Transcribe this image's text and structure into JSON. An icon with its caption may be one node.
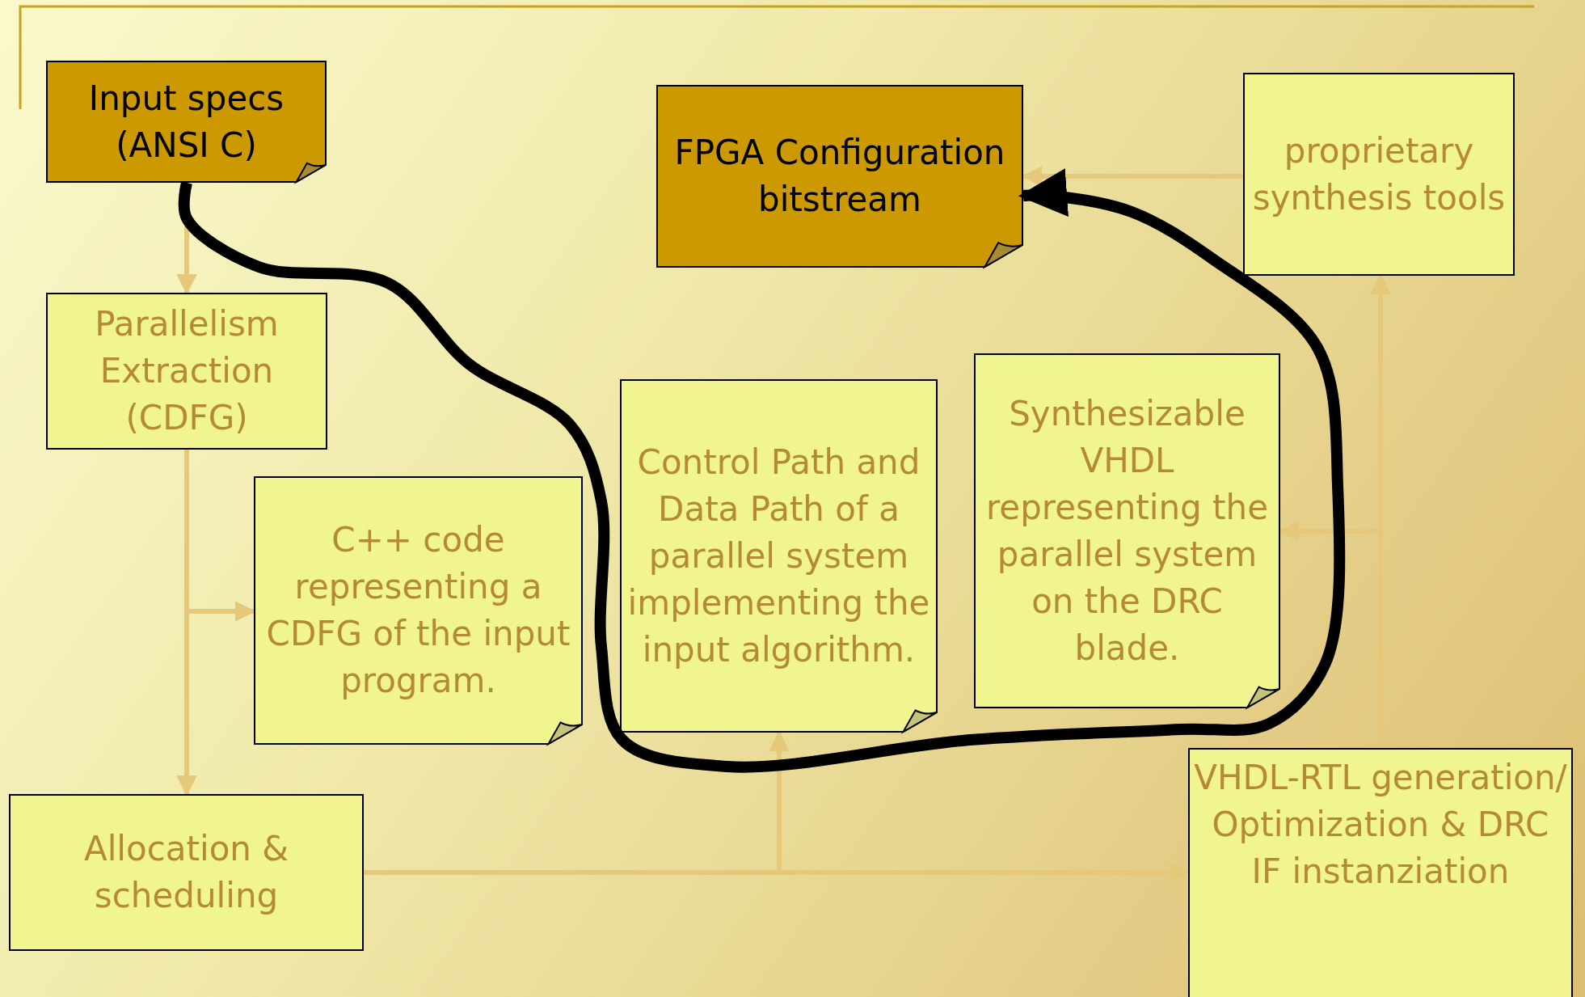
{
  "diagram": {
    "nodes": [
      {
        "text": [
          "Input specs (ANSI C)"
        ]
      },
      {
        "text": [
          "FPGA Configuration bitstream"
        ]
      },
      {
        "text": [
          "proprietary synthesis tools"
        ]
      },
      {
        "text": [
          "Parallelism Extraction (CDFG)"
        ]
      },
      {
        "text": [
          "C++ code representing a CDFG of the input program."
        ]
      },
      {
        "text": [
          "Control Path and Data Path of a parallel system implementing the input algorithm."
        ]
      },
      {
        "text": [
          "Synthesizable VHDL representing the parallel system on the DRC blade."
        ]
      },
      {
        "text": [
          "Allocation & scheduling"
        ]
      },
      {
        "text": [
          "VHDL-RTL generation/ Optimization & DRC IF instanziation"
        ]
      }
    ],
    "edges": [
      {
        "from": 0,
        "to": 3,
        "arrow": "to"
      },
      {
        "from": 3,
        "to": 7,
        "arrow": "to"
      },
      {
        "from": 3,
        "to": 4,
        "arrow": "to"
      },
      {
        "from": 7,
        "to": 8,
        "arrow": "to"
      },
      {
        "from": 7,
        "to": 5,
        "arrow": "to"
      },
      {
        "from": 8,
        "to": 2,
        "arrow": "to"
      },
      {
        "from": 8,
        "to": 6,
        "arrow": "to"
      },
      {
        "from": 2,
        "to": 1,
        "arrow": "to"
      },
      {
        "from": 0,
        "to": 1,
        "arrow": "to",
        "style": "thick",
        "color": "#000000"
      }
    ]
  }
}
